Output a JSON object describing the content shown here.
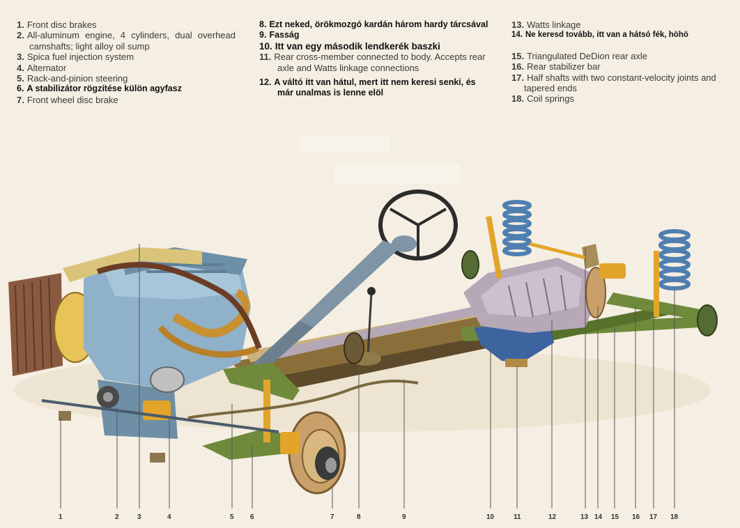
{
  "legend": {
    "col1": [
      {
        "num": "1.",
        "text": "Front disc brakes"
      },
      {
        "num": "2.",
        "text": "All-aluminum engine, 4 cylinders, dual overhead camshafts; light alloy oil sump"
      },
      {
        "num": "3.",
        "text": "Spica fuel injection system"
      },
      {
        "num": "4.",
        "text": "Alternator"
      },
      {
        "num": "5.",
        "text": "Rack-and-pinion steering"
      },
      {
        "num": "6.",
        "text": "A stabilizátor rögzítése külön agyfasz"
      },
      {
        "num": "7.",
        "text": "Front wheel disc brake"
      }
    ],
    "col2": [
      {
        "num": "8.",
        "text": "Ezt neked, örökmozgó kardán három hardy tárcsával"
      },
      {
        "num": "9.",
        "text": "Fasság"
      },
      {
        "num": "10.",
        "text": "Itt van egy második lendkerék baszki"
      },
      {
        "num": "11.",
        "text": "Rear cross-member connected to body. Accepts rear axle and Watts linkage connections"
      },
      {
        "num": "12.",
        "text": "A váltó itt van hátul, mert itt nem keresi senki, és már unalmas is lenne elöl"
      }
    ],
    "col3": [
      {
        "num": "13.",
        "text": "Watts linkage"
      },
      {
        "num": "14.",
        "text": "Ne keresd tovább, itt van a hátsó fék, höhö"
      },
      {
        "num": "15.",
        "text": "Triangulated DeDion rear axle"
      },
      {
        "num": "16.",
        "text": "Rear stabilizer bar"
      },
      {
        "num": "17.",
        "text": "Half shafts with two constant-velocity joints and tapered ends"
      },
      {
        "num": "18.",
        "text": "Coil springs"
      }
    ]
  },
  "callouts": [
    "1",
    "2",
    "3",
    "4",
    "5",
    "6",
    "7",
    "8",
    "9",
    "10",
    "11",
    "12",
    "13",
    "14",
    "15",
    "16",
    "17",
    "18"
  ],
  "colors": {
    "background": "#f5eee2",
    "engine_block": "#8fb1c9",
    "gearbox": "#b7a8b8",
    "suspension_green": "#6f8a3a",
    "spring_blue": "#4f7fb0",
    "damper_yellow": "#e2a52a",
    "radiator": "#8a5a40",
    "brake_disc": "#c77"
  }
}
